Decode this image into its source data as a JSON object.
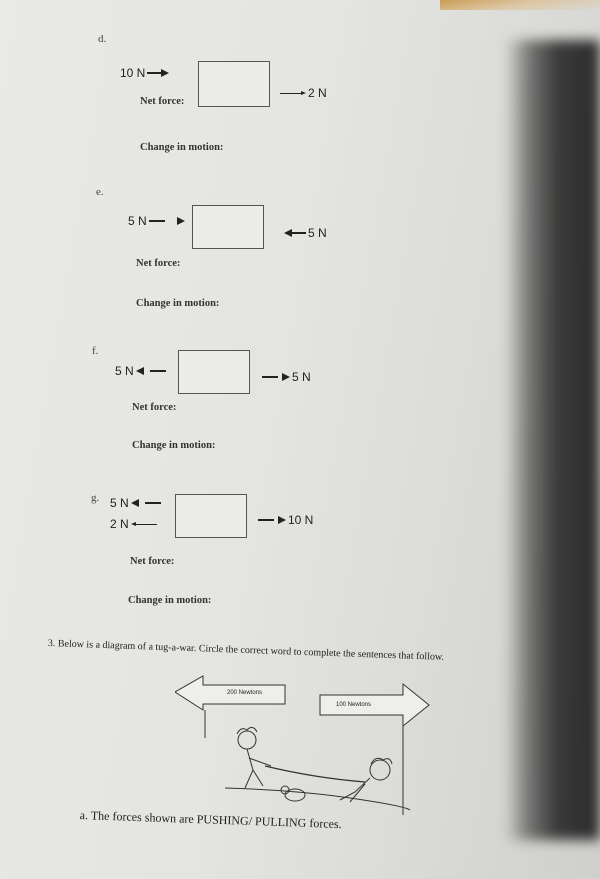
{
  "problems": [
    {
      "letter": "d.",
      "left_force": "10 N",
      "right_force": "2 N",
      "net_label": "Net force:",
      "change_label": "Change in motion:"
    },
    {
      "letter": "e.",
      "left_force": "5 N",
      "right_force": "5 N",
      "net_label": "Net force:",
      "change_label": "Change in motion:"
    },
    {
      "letter": "f.",
      "left_force": "5 N",
      "right_force": "5 N",
      "net_label": "Net force:",
      "change_label": "Change in motion:"
    },
    {
      "letter": "g.",
      "left_force_1": "5 N",
      "left_force_2": "2 N",
      "right_force": "10 N",
      "net_label": "Net force:",
      "change_label": "Change in motion:"
    }
  ],
  "question3": {
    "prompt": "3. Below is a diagram of a tug-a-war. Circle the correct word to complete the sentences that follow.",
    "left_arrow_label": "200 Newtons",
    "right_arrow_label": "100 Newtons",
    "sentence_a": "a. The forces shown are PUSHING/ PULLING forces."
  }
}
